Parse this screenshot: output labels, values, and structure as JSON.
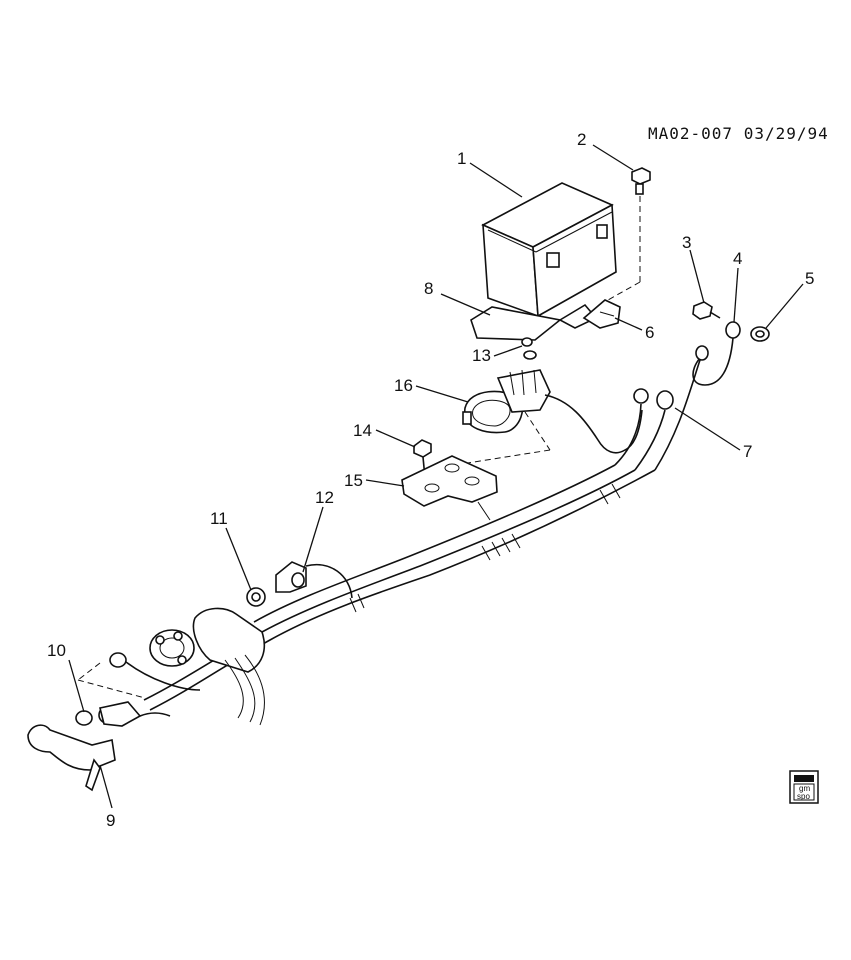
{
  "diagram_code": "MA02-007 03/29/94",
  "callouts": [
    {
      "id": "callout-1",
      "label": "1"
    },
    {
      "id": "callout-2",
      "label": "2"
    },
    {
      "id": "callout-3",
      "label": "3"
    },
    {
      "id": "callout-4",
      "label": "4"
    },
    {
      "id": "callout-5",
      "label": "5"
    },
    {
      "id": "callout-6",
      "label": "6"
    },
    {
      "id": "callout-7",
      "label": "7"
    },
    {
      "id": "callout-8",
      "label": "8"
    },
    {
      "id": "callout-9",
      "label": "9"
    },
    {
      "id": "callout-10",
      "label": "10"
    },
    {
      "id": "callout-11",
      "label": "11"
    },
    {
      "id": "callout-12",
      "label": "12"
    },
    {
      "id": "callout-13",
      "label": "13"
    },
    {
      "id": "callout-14",
      "label": "14"
    },
    {
      "id": "callout-15",
      "label": "15"
    },
    {
      "id": "callout-16",
      "label": "16"
    }
  ],
  "logo": {
    "line1": "gm",
    "line2": "spo"
  }
}
